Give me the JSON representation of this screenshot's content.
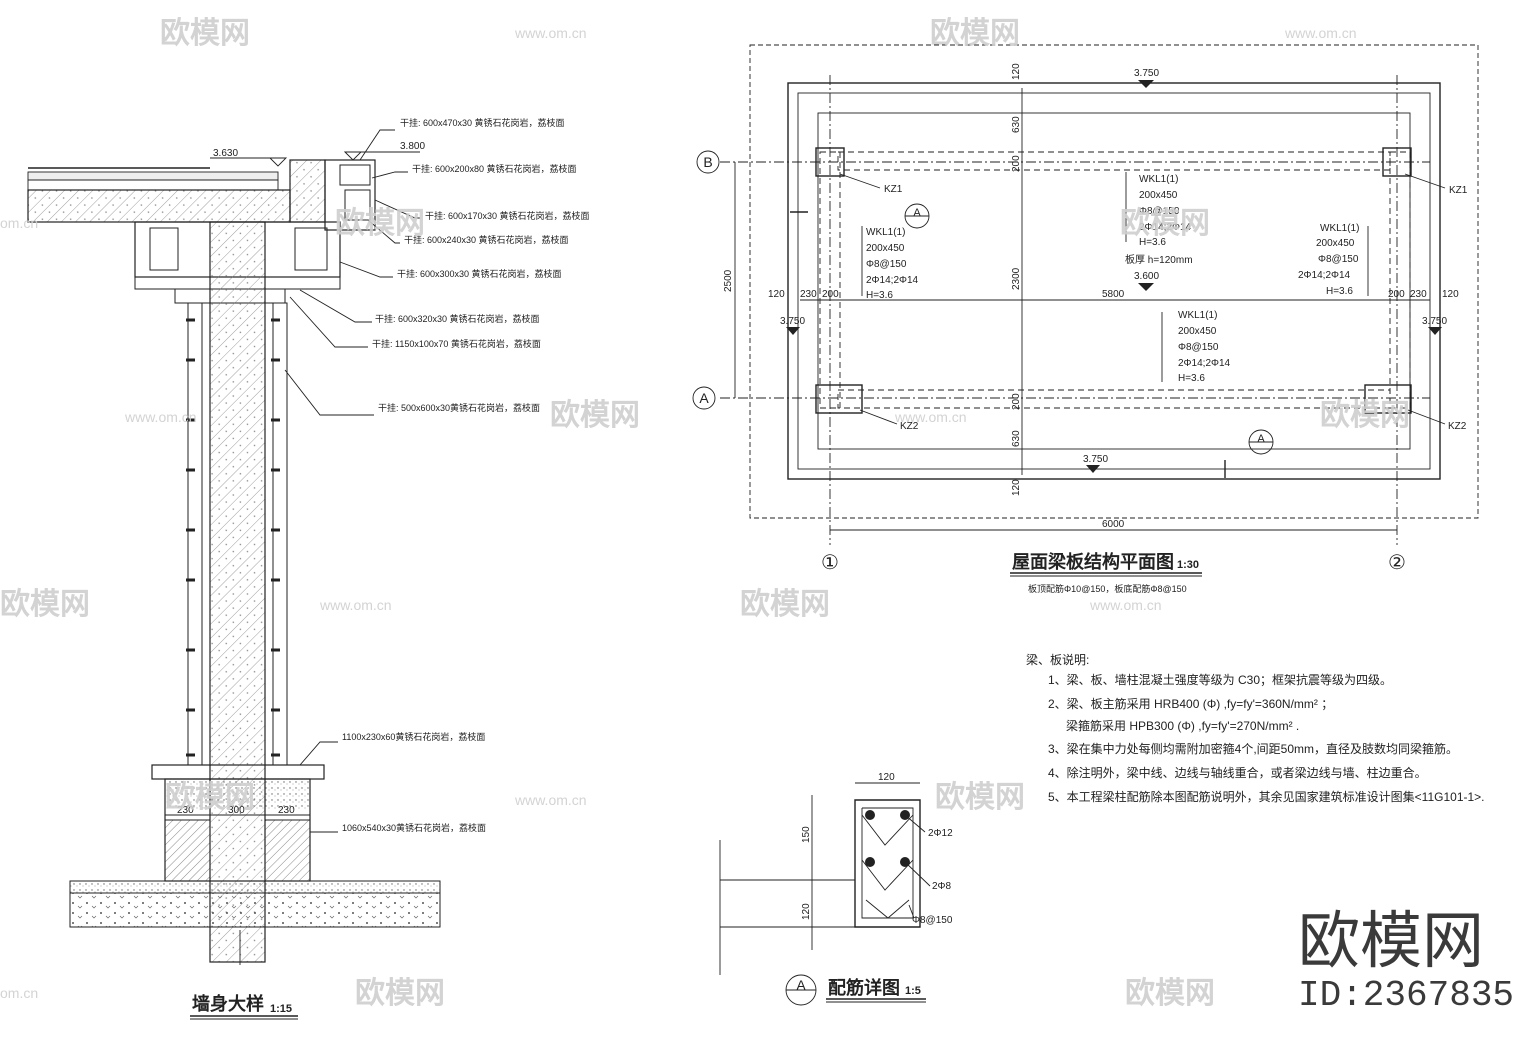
{
  "wall_section": {
    "levels": {
      "top_left": "3.630",
      "top_right": "3.800"
    },
    "notes": [
      "干挂: 600x470x30  黄锈石花岗岩，荔枝面",
      "干挂: 600x200x80  黄锈石花岗岩，荔枝面",
      "干挂: 600x170x30  黄锈石花岗岩，荔枝面",
      "干挂: 600x240x30  黄锈石花岗岩，荔枝面",
      "干挂: 600x300x30  黄锈石花岗岩，荔枝面",
      "干挂: 600x320x30  黄锈石花岗岩，荔枝面",
      "干挂: 1150x100x70  黄锈石花岗岩，荔枝面",
      "干挂: 500x600x30黄锈石花岗岩，荔枝面",
      "1100x230x60黄锈石花岗岩，荔枝面",
      "1060x540x30黄锈石花岗岩，荔枝面"
    ],
    "base_dims": [
      "230",
      "300",
      "230"
    ],
    "title": "墙身大样",
    "scale": "1:15"
  },
  "roof_plan": {
    "top_vertical_dims": [
      "120",
      "630",
      "200",
      "2300",
      "200",
      "630",
      "120"
    ],
    "overall_vertical_dim": "2500",
    "horizontal_dims_left": [
      "120",
      "230",
      "200"
    ],
    "center_span": "5800",
    "horizontal_dims_right": [
      "200",
      "230",
      "120"
    ],
    "overall_width": "6000",
    "levels": {
      "top": "3.750",
      "mid": "3.600",
      "left": "3.750",
      "right": "3.750",
      "bottom": "3.750"
    },
    "grid_rows": [
      "B",
      "A"
    ],
    "grid_cols": [
      "①",
      "②"
    ],
    "columns": {
      "upper": "KZ1",
      "lower": "KZ2"
    },
    "beam_left": [
      "WKL1(1)",
      "200x450",
      "Φ8@150",
      "2Φ14;2Φ14",
      "H=3.6"
    ],
    "beam_center_top": [
      "WKL1(1)",
      "200x450",
      "Φ8@150",
      "2Φ14;2Φ14",
      "H=3.6"
    ],
    "slab_note": "板厚 h=120mm",
    "beam_center_bottom": [
      "WKL1(1)",
      "200x450",
      "Φ8@150",
      "2Φ14;2Φ14",
      "H=3.6"
    ],
    "beam_right": [
      "WKL1(1)",
      "200x450",
      "Φ8@150",
      "2Φ14;2Φ14",
      "H=3.6"
    ],
    "section_mark": "A",
    "title": "屋面梁板结构平面图",
    "scale": "1:30",
    "subnote": "板顶配筋Φ10@150，板底配筋Φ8@150"
  },
  "notes": {
    "heading": "梁、板说明:",
    "items": [
      "1、梁、板、墙柱混凝土强度等级为  C30；框架抗震等级为四级。",
      "2、梁、板主筋采用 HRB400 (Φ) ,fy=fy'=360N/mm²  ；",
      "梁箍筋采用 HPB300 (Φ) ,fy=fy'=270N/mm²  .",
      "3、梁在集中力处每侧均需附加密箍4个,间距50mm，直径及肢数均同梁箍筋。",
      "4、除注明外，梁中线、边线与轴线重合，或者梁边线与墙、柱边重合。",
      "5、本工程梁柱配筋除本图配筋说明外，其余见国家建筑标准设计图集<11G101-1>."
    ]
  },
  "rebar_detail": {
    "top_dim": "120",
    "left_dims": [
      "150",
      "120"
    ],
    "labels": [
      "2Φ12",
      "2Φ8",
      "Φ8@150"
    ],
    "mark": "A",
    "title": "配筋详图",
    "scale": "1:5"
  },
  "watermark": {
    "logo_text": "欧模网",
    "url": "www.om.cn",
    "url_partial": "om.cn",
    "brand": "欧模网",
    "id": "ID:2367835"
  }
}
